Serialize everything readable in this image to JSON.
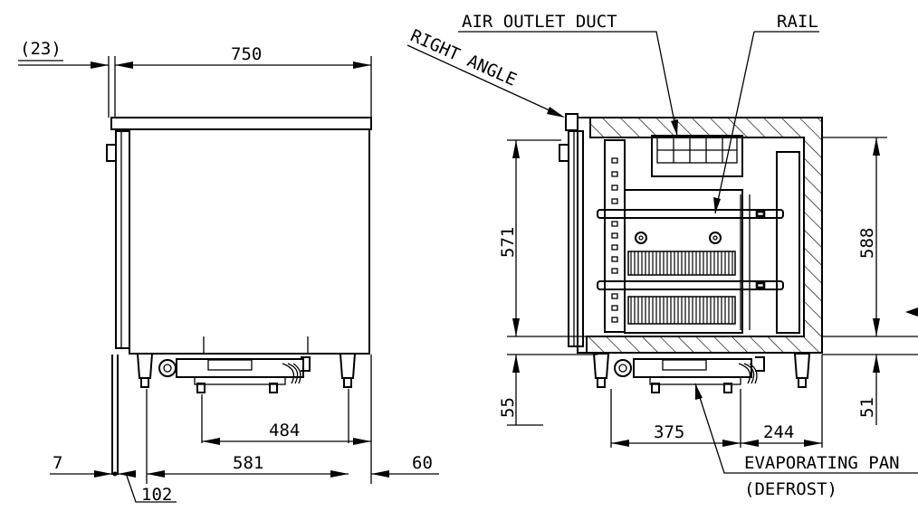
{
  "labels": {
    "air_outlet_duct": "AIR OUTLET DUCT",
    "rail": "RAIL",
    "right_angle": "RIGHT ANGLE",
    "evaporating_pan": "EVAPORATING PAN",
    "defrost": "(DEFROST)"
  },
  "dimensions": {
    "d23": "(23)",
    "d750": "750",
    "d484": "484",
    "d581": "581",
    "d7": "7",
    "d60": "60",
    "d102": "102",
    "d571": "571",
    "d55": "55",
    "d588": "588",
    "d51": "51",
    "d375": "375",
    "d244": "244"
  }
}
